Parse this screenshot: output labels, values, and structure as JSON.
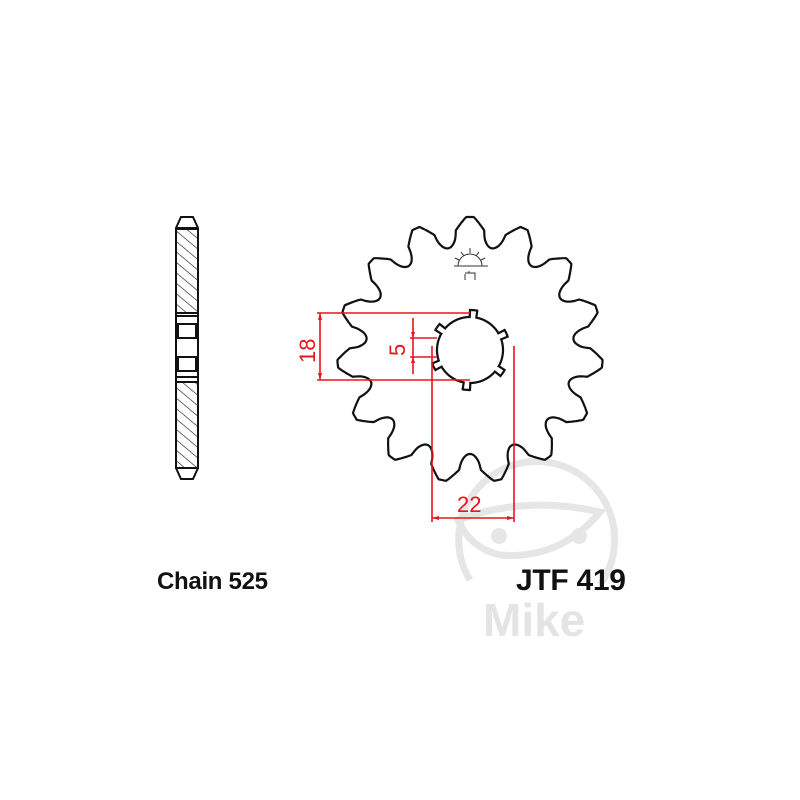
{
  "drawing": {
    "chain_label": "Chain 525",
    "part_number": "JTF 419",
    "teeth_count": 15,
    "dimensions": {
      "hub_spline_height": "18",
      "spline_width": "5",
      "bore_diameter": "22"
    },
    "watermark_text": "Mike",
    "colors": {
      "outline": "#111111",
      "dimension": "#e8141c",
      "watermark": "#e4e4e4",
      "background": "#ffffff"
    }
  }
}
